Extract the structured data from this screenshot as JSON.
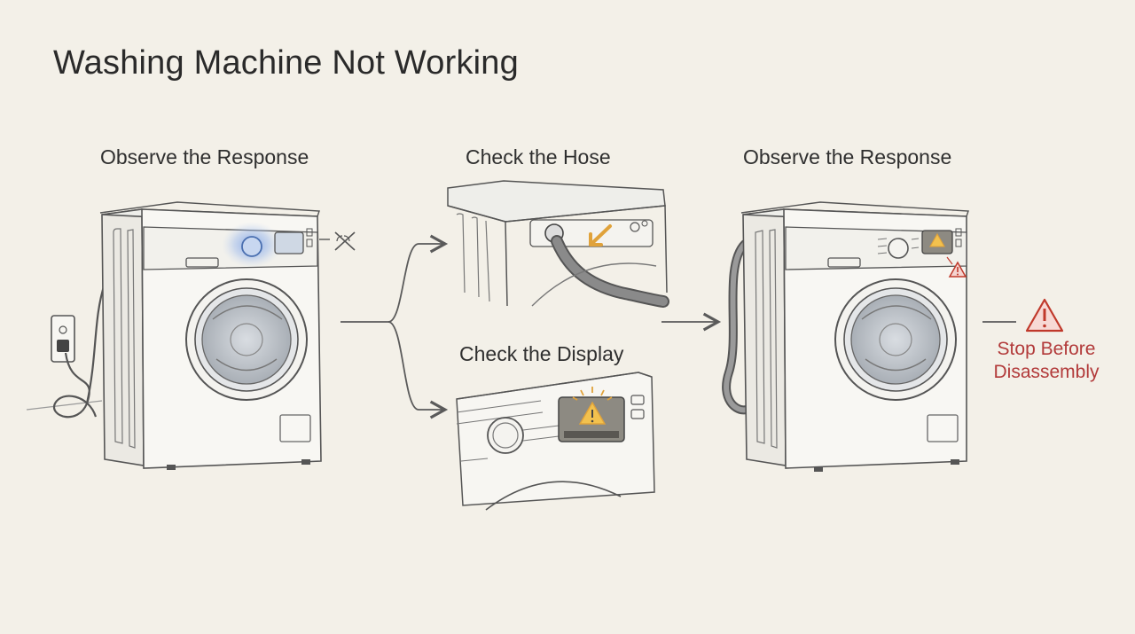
{
  "title": "Washing Machine Not Working",
  "steps": {
    "step1": {
      "label": "Observe the Response"
    },
    "step2a": {
      "label": "Check the Hose"
    },
    "step2b": {
      "label": "Check the Display"
    },
    "step3": {
      "label": "Observe the Response"
    }
  },
  "warning": {
    "line1": "Stop Before",
    "line2": "Disassembly"
  },
  "colors": {
    "background": "#f3f0e8",
    "line": "#5a5a5a",
    "accent_blue": "#7fa4e0",
    "accent_orange": "#e0a23a",
    "warning_red": "#c0392b"
  }
}
